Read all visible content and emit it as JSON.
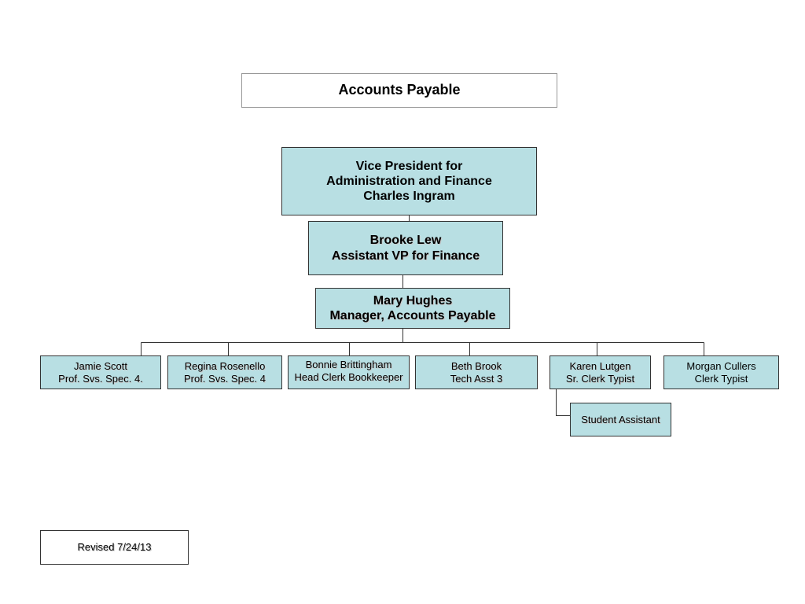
{
  "title": "Accounts Payable",
  "vp": {
    "line1": "Vice President for",
    "line2": "Administration and Finance",
    "line3": "Charles Ingram"
  },
  "avp": {
    "name": "Brooke Lew",
    "role": "Assistant VP for Finance"
  },
  "manager": {
    "name": "Mary Hughes",
    "role": "Manager, Accounts Payable"
  },
  "staff": [
    {
      "name": "Jamie Scott",
      "role": "Prof. Svs. Spec. 4."
    },
    {
      "name": "Regina Rosenello",
      "role": "Prof. Svs. Spec. 4"
    },
    {
      "name": "Bonnie Brittingham",
      "role": "Head Clerk Bookkeeper"
    },
    {
      "name": "Beth Brook",
      "role": "Tech Asst 3"
    },
    {
      "name": "Karen Lutgen",
      "role": "Sr. Clerk Typist"
    },
    {
      "name": "Morgan Cullers",
      "role": "Clerk Typist"
    }
  ],
  "student": "Student Assistant",
  "revised": "Revised 7/24/13",
  "colors": {
    "box_fill": "#b8dfe3",
    "border": "#333333",
    "line": "#333333"
  }
}
